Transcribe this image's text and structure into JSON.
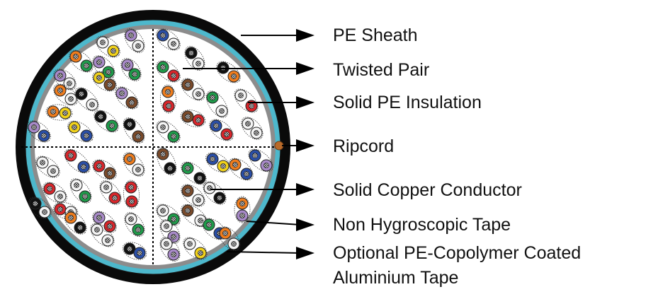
{
  "labels": [
    {
      "id": "pe-sheath",
      "text": "PE Sheath"
    },
    {
      "id": "twisted-pair",
      "text": "Twisted Pair"
    },
    {
      "id": "solid-pe-insulation",
      "text": "Solid PE Insulation"
    },
    {
      "id": "ripcord",
      "text": "Ripcord"
    },
    {
      "id": "solid-copper-conductor",
      "text": "Solid Copper Conductor"
    },
    {
      "id": "non-hygroscopic-tape",
      "text": "Non Hygroscopic Tape"
    },
    {
      "id": "coated-aluminium-tape",
      "text": "Optional PE-Copolymer Coated",
      "line2": "Aluminium Tape"
    }
  ],
  "colors": {
    "sheath": "#0a0a0a",
    "aluminium_tape": "#4db8cc",
    "hygroscopic_tape": "#8a8a8a",
    "ripcord": "#b86a2a",
    "insulation": {
      "white": "#f4f4f4",
      "red": "#d8262b",
      "black": "#111111",
      "yellow": "#f1d21c",
      "violet": "#a88ac8",
      "blue": "#2a4ea6",
      "orange": "#ef7d1e",
      "green": "#1f9a4a",
      "brown": "#7a4a2a",
      "grey": "#bdbdbd"
    }
  }
}
